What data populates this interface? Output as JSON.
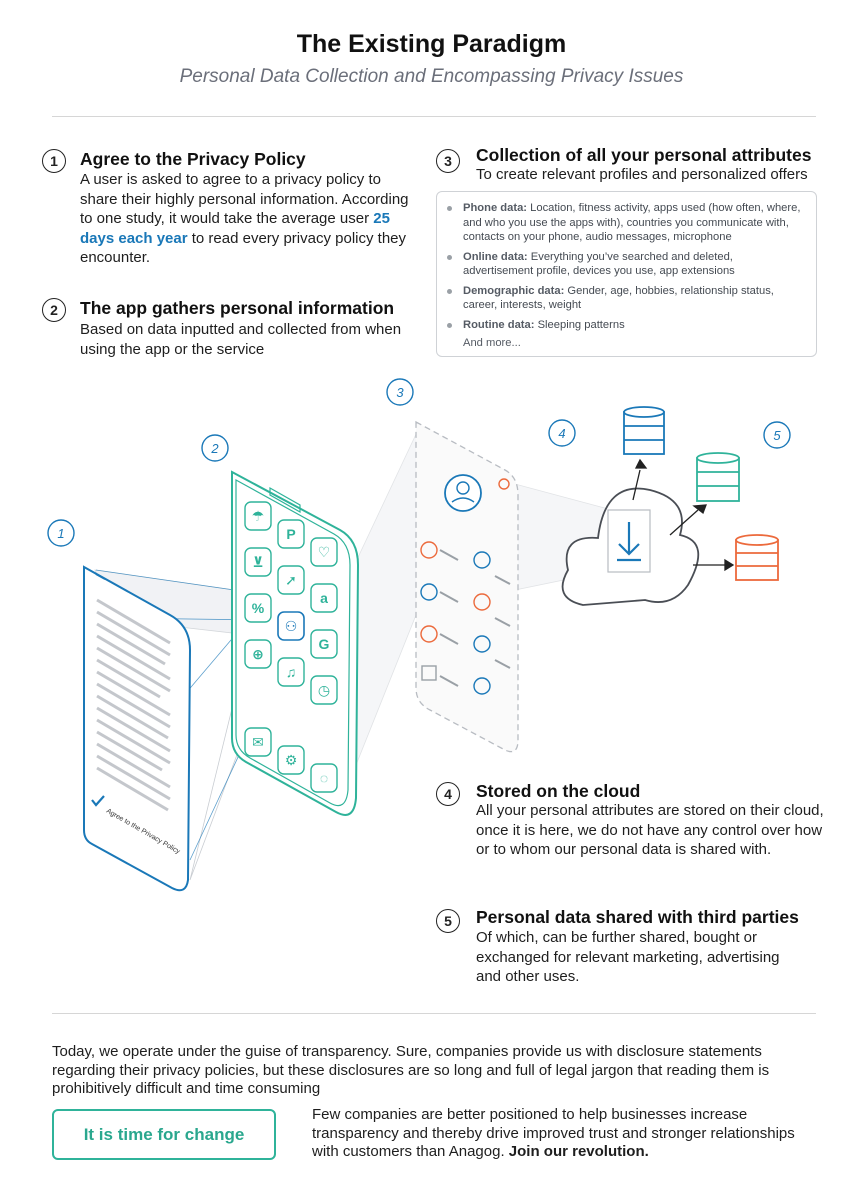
{
  "header": {
    "title": "The Existing Paradigm",
    "subtitle": "Personal Data Collection and Encompassing Privacy Issues"
  },
  "steps": [
    {
      "num": "1",
      "heading": "Agree to the Privacy Policy",
      "body_pre": "A user is asked to agree to a privacy policy to share their highly personal information. According to one study, it would take the average user ",
      "highlight": "25 days each year",
      "body_post": " to read every privacy policy they encounter."
    },
    {
      "num": "2",
      "heading": "The app gathers personal information",
      "body": "Based on data inputted and collected from when using the app or the service"
    },
    {
      "num": "3",
      "heading": "Collection of all your personal attributes",
      "body": "To create relevant profiles and personalized offers"
    },
    {
      "num": "4",
      "heading": "Stored on the cloud",
      "body": "All your personal attributes are stored on their cloud, once it is here, we do not have any control over how or to whom our personal data is shared with."
    },
    {
      "num": "5",
      "heading": "Personal data shared with third parties",
      "body": "Of which, can be further shared, bought or exchanged for relevant marketing, advertising and other uses."
    }
  ],
  "data_box": {
    "items": [
      {
        "label": "Phone data:",
        "text": " Location, fitness activity, apps used (how often, where, and who you use the apps with), countries you communicate with, contacts on your phone, audio messages, microphone"
      },
      {
        "label": "Online data:",
        "text": " Everything you’ve searched and deleted, advertisement profile, devices you use, app extensions"
      },
      {
        "label": "Demographic data:",
        "text": " Gender, age, hobbies, relationship status, career, interests, weight"
      },
      {
        "label": "Routine data:",
        "text": " Sleeping patterns"
      }
    ],
    "more": "And more..."
  },
  "illustration": {
    "labels": [
      "1",
      "2",
      "3",
      "4",
      "5"
    ],
    "policy_checkbox_text": "Agree to the Privacy Policy",
    "icons": [
      "cloud-rain-icon",
      "parking-icon",
      "heart-icon",
      "cart-icon",
      "navigation-icon",
      "amazon-icon",
      "percent-icon",
      "globe-icon",
      "google-icon",
      "music-icon",
      "clock-icon",
      "mail-icon",
      "gear-icon",
      "chat-icon",
      "user-icon",
      "download-icon",
      "database-icon"
    ],
    "colors": {
      "blue": "#1a78b8",
      "green": "#2fb39a",
      "orange": "#ec6a3c",
      "grey": "#9aa0a6",
      "dark": "#4a4e55"
    }
  },
  "footer": {
    "paragraph": "Today, we operate under the guise of transparency. Sure, companies provide us with disclosure statements regarding their privacy policies, but these disclosures are so long and full of legal jargon that reading them is prohibitively difficult and time consuming",
    "cta_label": "It is time for change",
    "closing_text": "Few companies are better positioned to help businesses increase transparency and thereby drive improved trust and stronger relationships with customers than Anagog. ",
    "closing_bold": "Join our revolution."
  }
}
